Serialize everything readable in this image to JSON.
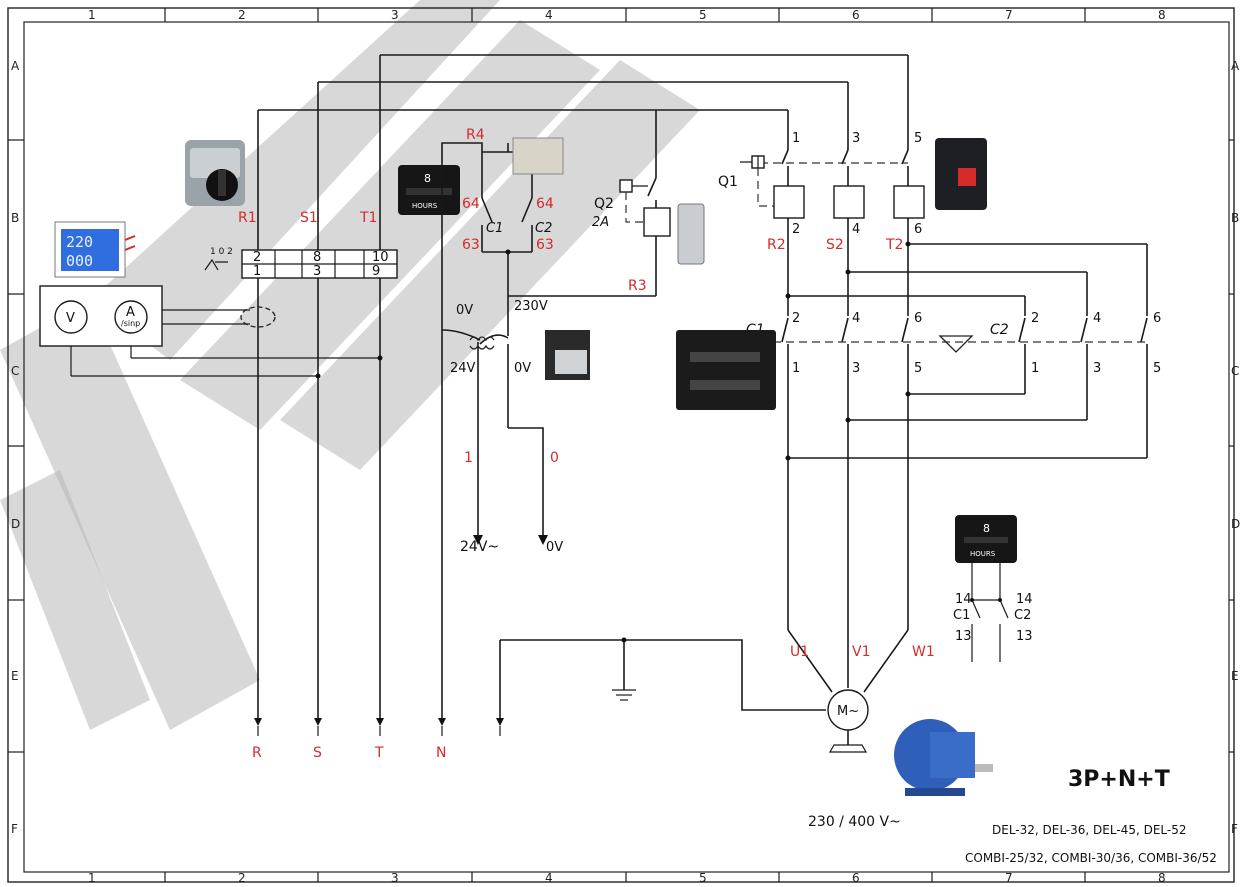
{
  "frame": {
    "columns": [
      "1",
      "2",
      "3",
      "4",
      "5",
      "6",
      "7",
      "8"
    ],
    "rows": [
      "A",
      "B",
      "C",
      "D",
      "E",
      "F"
    ]
  },
  "labels": {
    "r1": "R1",
    "s1": "S1",
    "t1": "T1",
    "r4": "R4",
    "term_top": [
      "2",
      "8",
      "10"
    ],
    "term_bot": [
      "1",
      "3",
      "9"
    ],
    "switch_pos": "1 0 2",
    "aux_left_top": "64",
    "aux_left_bot": "63",
    "aux_right_top": "64",
    "aux_right_bot": "63",
    "aux_c1": "C1",
    "aux_c2": "C2",
    "q2": "Q2",
    "q2_rating": "2A",
    "r3": "R3",
    "q1": "Q1",
    "q1_top": [
      "1",
      "3",
      "5"
    ],
    "q1_bot": [
      "2",
      "4",
      "6"
    ],
    "r2": "R2",
    "s2": "S2",
    "t2": "T2",
    "tr_0v_top": "0V",
    "tr_230v": "230V",
    "tr_24v": "24V",
    "tr_0v_bot": "0V",
    "wire_1": "1",
    "wire_0": "0",
    "out_24v": "24V~",
    "out_0v": "0V",
    "c1": "C1",
    "c2": "C2",
    "c1_top": [
      "2",
      "4",
      "6"
    ],
    "c1_bot": [
      "1",
      "3",
      "5"
    ],
    "c2_top": [
      "2",
      "4",
      "6"
    ],
    "c2_bot": [
      "1",
      "3",
      "5"
    ],
    "meter_v": "V",
    "meter_a": "A",
    "meter_a_sub": "/sinp",
    "hours_txt": "HOURS",
    "hours_digit": "8",
    "u1": "U1",
    "v1": "V1",
    "w1": "W1",
    "motor": "M~",
    "hm_14a": "14",
    "hm_14b": "14",
    "hm_c1": "C1",
    "hm_c2": "C2",
    "hm_13a": "13",
    "hm_13b": "13",
    "r": "R",
    "s": "S",
    "t": "T",
    "n": "N",
    "voltage": "230 / 400 V~",
    "title": "3P+N+T",
    "models_1": "DEL-32, DEL-36, DEL-45, DEL-52",
    "models_2": "COMBI-25/32, COMBI-30/36, COMBI-36/52",
    "display_top": "220",
    "display_bot": "000"
  },
  "colors": {
    "red": "#d42b2b",
    "watermark": "#b8b8b8",
    "motor": "#2f5fb8"
  }
}
